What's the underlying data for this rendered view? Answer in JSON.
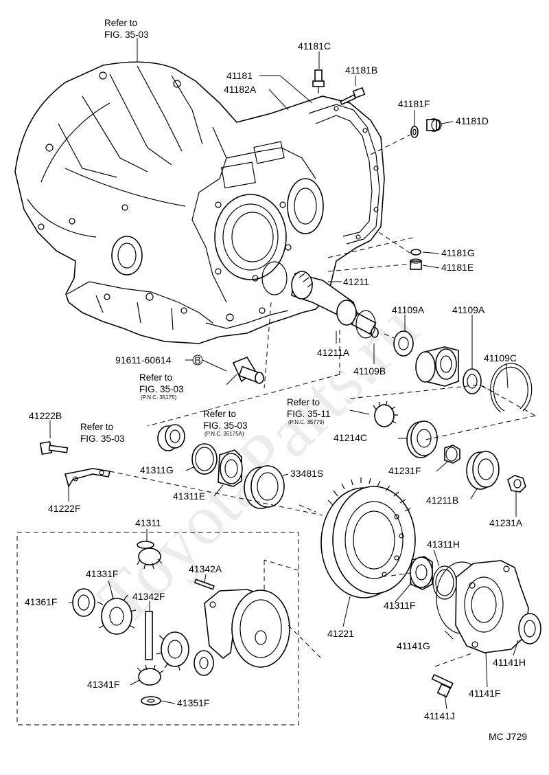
{
  "diagram": {
    "code": "MC J729",
    "watermark": "ToyotaParts.ru"
  },
  "references": [
    {
      "id": "ref-top",
      "line1": "Refer to",
      "line2": "FIG. 35-03"
    },
    {
      "id": "ref-mid-a",
      "line1": "Refer to",
      "line2": "FIG. 35-03",
      "pnc": "(P.N.C. 35175)"
    },
    {
      "id": "ref-left",
      "line1": "Refer to",
      "line2": "FIG. 35-03"
    },
    {
      "id": "ref-mid-b",
      "line1": "Refer to",
      "line2": "FIG. 35-03",
      "pnc": "(P.N.C. 35175A)"
    },
    {
      "id": "ref-right",
      "line1": "Refer to",
      "line2": "FIG. 35-11",
      "pnc": "(P.N.C. 35779)"
    }
  ],
  "parts": [
    {
      "id": "41181C",
      "label": "41181C"
    },
    {
      "id": "41181",
      "label": "41181"
    },
    {
      "id": "41181B",
      "label": "41181B"
    },
    {
      "id": "41182A",
      "label": "41182A"
    },
    {
      "id": "41181F",
      "label": "41181F"
    },
    {
      "id": "41181D",
      "label": "41181D"
    },
    {
      "id": "41181G",
      "label": "41181G"
    },
    {
      "id": "41181E",
      "label": "41181E"
    },
    {
      "id": "41211",
      "label": "41211"
    },
    {
      "id": "41109A-1",
      "label": "41109A"
    },
    {
      "id": "41109A-2",
      "label": "41109A"
    },
    {
      "id": "41211A",
      "label": "41211A"
    },
    {
      "id": "41109B",
      "label": "41109B"
    },
    {
      "id": "41109C",
      "label": "41109C"
    },
    {
      "id": "91611-60614",
      "label": "91611-60614"
    },
    {
      "id": "41222B",
      "label": "41222B"
    },
    {
      "id": "41214C",
      "label": "41214C"
    },
    {
      "id": "41311G",
      "label": "41311G"
    },
    {
      "id": "33481S",
      "label": "33481S"
    },
    {
      "id": "41231F",
      "label": "41231F"
    },
    {
      "id": "41311E",
      "label": "41311E"
    },
    {
      "id": "41211B",
      "label": "41211B"
    },
    {
      "id": "41231A",
      "label": "41231A"
    },
    {
      "id": "41222F",
      "label": "41222F"
    },
    {
      "id": "41311",
      "label": "41311"
    },
    {
      "id": "41311H",
      "label": "41311H"
    },
    {
      "id": "41331F",
      "label": "41331F"
    },
    {
      "id": "41342A",
      "label": "41342A"
    },
    {
      "id": "41361F",
      "label": "41361F"
    },
    {
      "id": "41342F",
      "label": "41342F"
    },
    {
      "id": "41311F",
      "label": "41311F"
    },
    {
      "id": "41221",
      "label": "41221"
    },
    {
      "id": "41141G",
      "label": "41141G"
    },
    {
      "id": "41141H",
      "label": "41141H"
    },
    {
      "id": "41341F",
      "label": "41341F"
    },
    {
      "id": "41141F",
      "label": "41141F"
    },
    {
      "id": "41351F",
      "label": "41351F"
    },
    {
      "id": "41141J",
      "label": "41141J"
    }
  ],
  "markers": {
    "circled_b": "B"
  }
}
